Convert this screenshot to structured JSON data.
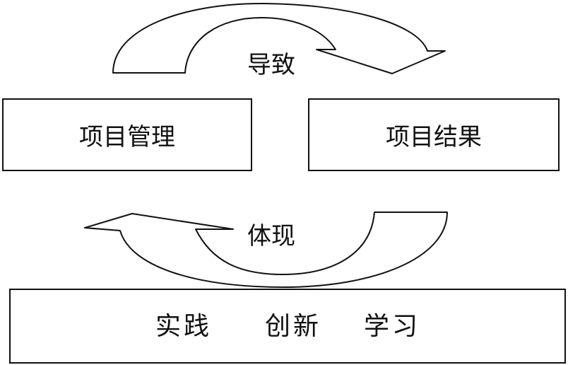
{
  "top_arrow_label": "导致",
  "bottom_arrow_label": "体现",
  "boxes": {
    "project_management": "项目管理",
    "project_results": "项目结果"
  },
  "bottom_box": {
    "words": [
      "实践",
      "创新",
      "学习"
    ]
  }
}
